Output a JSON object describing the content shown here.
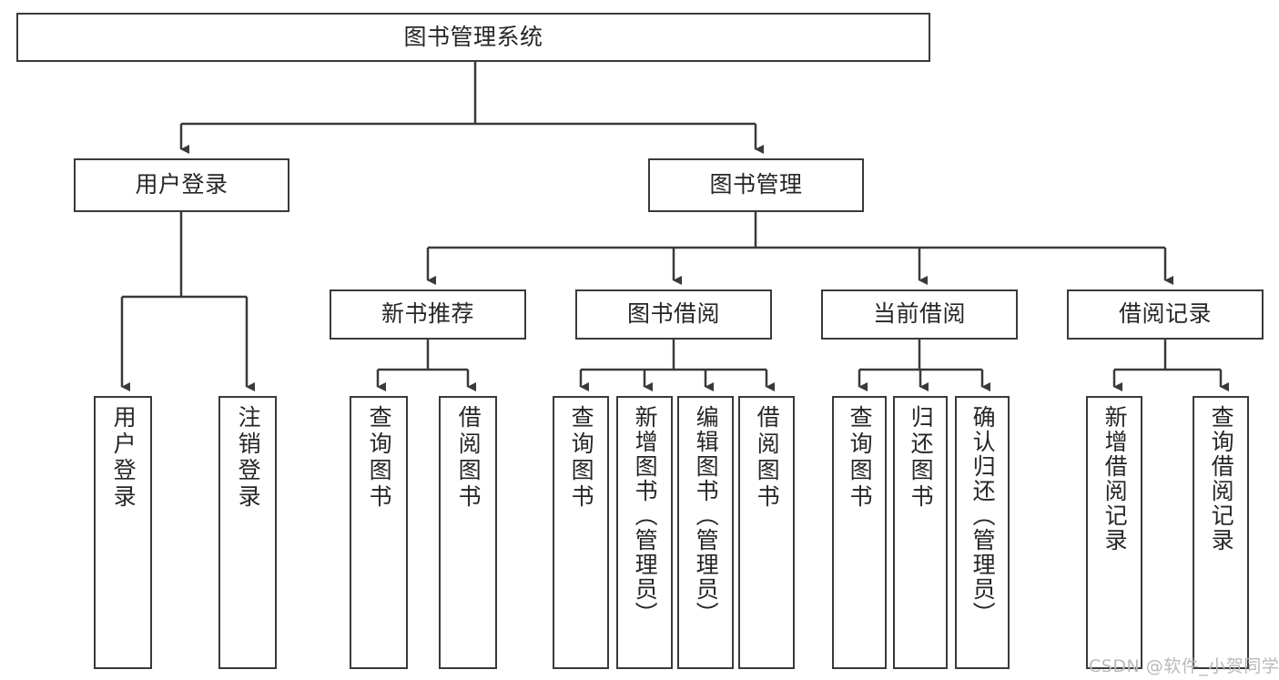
{
  "diagram": {
    "title": "图书管理系统",
    "watermark": "CSDN @软件_小贺同学",
    "stroke_color": "#3a3a3a",
    "text_color": "#262626",
    "background": "#ffffff",
    "levels": {
      "root": {
        "label": "图书管理系统"
      },
      "level2": [
        {
          "label": "用户登录"
        },
        {
          "label": "图书管理"
        }
      ],
      "level3": [
        {
          "label": "新书推荐"
        },
        {
          "label": "图书借阅"
        },
        {
          "label": "当前借阅"
        },
        {
          "label": "借阅记录"
        }
      ],
      "leaves": {
        "user_login": [
          {
            "label": "用户登录"
          },
          {
            "label": "注销登录"
          }
        ],
        "new_book_recommend": [
          {
            "label": "查询图书"
          },
          {
            "label": "借阅图书"
          }
        ],
        "book_borrow": [
          {
            "label": "查询图书"
          },
          {
            "label": "新增图书（管理员）"
          },
          {
            "label": "编辑图书（管理员）"
          },
          {
            "label": "借阅图书"
          }
        ],
        "current_borrow": [
          {
            "label": "查询图书"
          },
          {
            "label": "归还图书"
          },
          {
            "label": "确认归还（管理员）"
          }
        ],
        "borrow_records": [
          {
            "label": "新增借阅记录"
          },
          {
            "label": "查询借阅记录"
          }
        ]
      }
    }
  }
}
